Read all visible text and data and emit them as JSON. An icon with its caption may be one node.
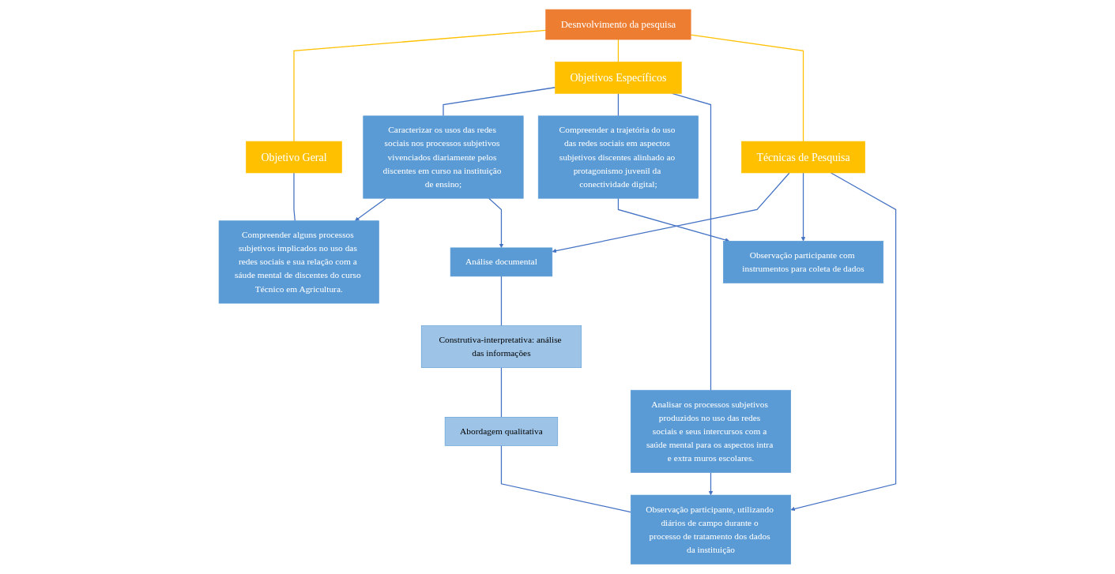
{
  "diagram": {
    "nodes": [
      {
        "text": [
          "Desnvolvimento da pesquisa"
        ]
      },
      {
        "text": [
          "Objetivo Geral"
        ]
      },
      {
        "text": [
          "Objetivos Específicos"
        ]
      },
      {
        "text": [
          "Técnicas de Pesquisa"
        ]
      },
      {
        "text": [
          "Compreender alguns processos subjetivos implicados no uso das redes sociais e sua relação com a sáude mental de discentes do curso Técnico em Agricultura."
        ]
      },
      {
        "text": [
          "Caracterizar os usos das redes sociais nos processos subjetivos vivenciados diariamente pelos discentes em curso na instituição de ensino;"
        ]
      },
      {
        "text": [
          "Compreender a trajetória do uso das redes sociais em aspectos subjetivos discentes alinhado ao protagonismo juvenil da conectividade digital;"
        ]
      },
      {
        "text": [
          "Analisar os processos subjetivos produzidos no uso das redes sociais e seus intercursos com a saúde mental para os aspectos intra e extra muros escolares."
        ]
      },
      {
        "text": [
          "Análise documental"
        ]
      },
      {
        "text": [
          "Observação participante com instrumentos para coleta de dados"
        ]
      },
      {
        "text": [
          "Observação participante, utilizando diários de campo durante o processo de tratamento dos dados da instituição"
        ]
      },
      {
        "text": [
          "Construtiva-interpretativa: análise das informações"
        ]
      },
      {
        "text": [
          "Abordagem qualitativa"
        ]
      }
    ],
    "edges": [
      {
        "from": 0,
        "to": 1,
        "arrow": "none",
        "color": "#ffc000"
      },
      {
        "from": 0,
        "to": 2,
        "arrow": "none",
        "color": "#ffc000"
      },
      {
        "from": 0,
        "to": 3,
        "arrow": "none",
        "color": "#ffc000"
      },
      {
        "from": 1,
        "to": 4,
        "arrow": "none"
      },
      {
        "from": 2,
        "to": 5,
        "arrow": "none"
      },
      {
        "from": 2,
        "to": 6,
        "arrow": "none"
      },
      {
        "from": 2,
        "to": 7,
        "arrow": "none"
      },
      {
        "from": 5,
        "to": 4,
        "arrow": "to"
      },
      {
        "from": 3,
        "to": 8,
        "arrow": "to"
      },
      {
        "from": 3,
        "to": 9,
        "arrow": "to"
      },
      {
        "from": 3,
        "to": 10,
        "arrow": "to"
      },
      {
        "from": 5,
        "to": 8,
        "arrow": "to"
      },
      {
        "from": 6,
        "to": 9,
        "arrow": "to"
      },
      {
        "from": 7,
        "to": 10,
        "arrow": "to"
      },
      {
        "from": 8,
        "to": 11,
        "arrow": "none"
      },
      {
        "from": 11,
        "to": 12,
        "arrow": "none"
      },
      {
        "from": 12,
        "to": 10,
        "arrow": "none"
      }
    ]
  }
}
